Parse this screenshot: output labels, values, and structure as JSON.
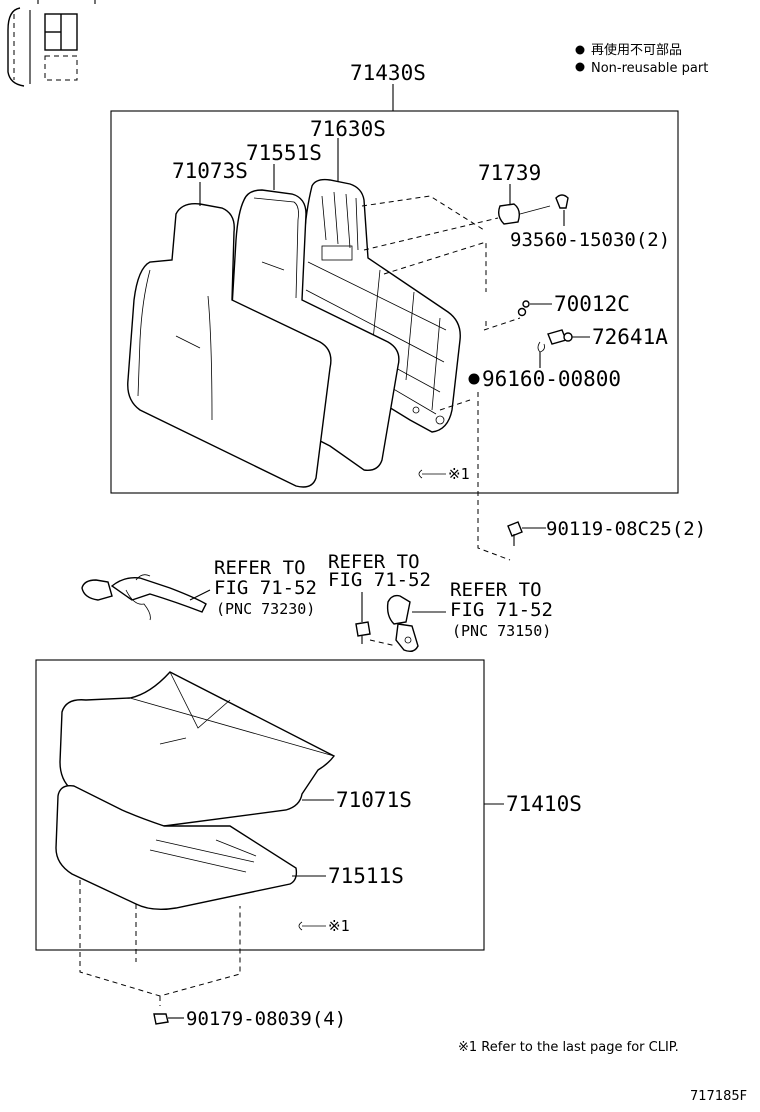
{
  "legend": {
    "line1": "再使用不可部品",
    "line2": "Non-reusable part"
  },
  "parts": {
    "seatback_assy": "71430S",
    "frame": "71630S",
    "pad_back": "71551S",
    "cover_back": "71073S",
    "bushing": "71739",
    "screw_pair": "93560-15030(2)",
    "clip": "70012C",
    "knob": "72641A",
    "hog_ring": "96160-00800",
    "bolt_back": "90119-08C25(2)",
    "cushion_assy": "71410S",
    "cover_cushion": "71071S",
    "pad_cushion": "71511S",
    "nut_cushion": "90179-08039(4)"
  },
  "references": {
    "belt": {
      "line1": "REFER TO",
      "line2": "FIG 71-52",
      "pnc": "(PNC 73230)"
    },
    "bolt": {
      "line1": "REFER TO",
      "line2": "FIG 71-52"
    },
    "buckle": {
      "line1": "REFER TO",
      "line2": "FIG 71-52",
      "pnc": "(PNC 73150)"
    }
  },
  "clip_mark": "※1",
  "footnote": "※1 Refer to the last page for CLIP.",
  "figure_id": "717185F"
}
